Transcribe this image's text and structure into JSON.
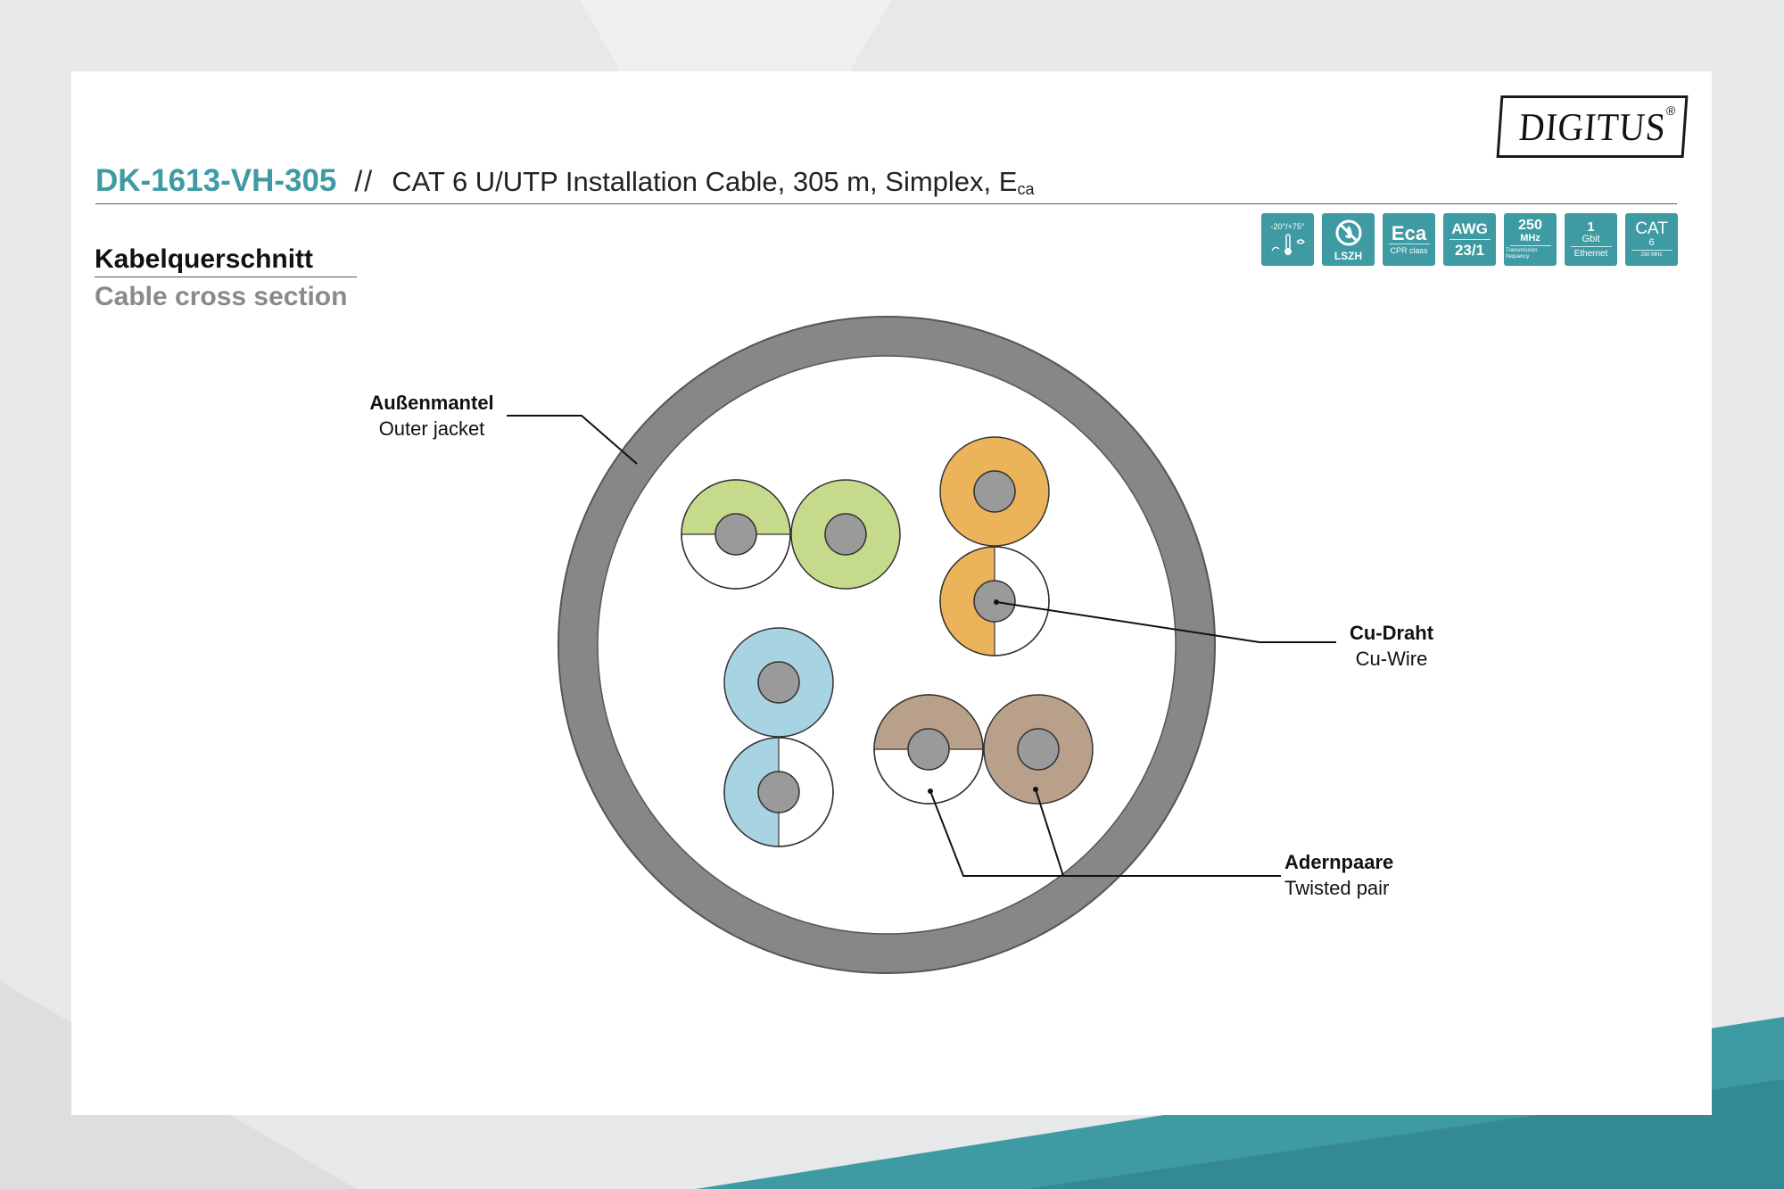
{
  "logo": {
    "text": "DIGITUS",
    "registered": "®"
  },
  "header": {
    "product_code": "DK-1613-VH-305",
    "separator": "//",
    "description": "CAT 6 U/UTP Installation Cable, 305 m, Simplex, E",
    "description_sub": "ca"
  },
  "badges": [
    {
      "icon": "temperature-weather-icon",
      "line1": "-20°/+75°",
      "line2": ""
    },
    {
      "icon": "no-fire-halogen-icon",
      "line1": "",
      "line2": "LSZH"
    },
    {
      "icon": "",
      "line1": "Eca",
      "line2": "CPR class"
    },
    {
      "icon": "",
      "line1": "AWG",
      "line2": "23/1"
    },
    {
      "icon": "",
      "line1": "250",
      "line2": "MHz",
      "line3": "Transmission frequency"
    },
    {
      "icon": "",
      "line1": "1",
      "line2": "Gbit",
      "line3": "Ethernet"
    },
    {
      "icon": "",
      "line1": "CAT",
      "line2": "6",
      "line3": "250 MHz"
    }
  ],
  "section": {
    "title_de": "Kabelquerschnitt",
    "title_en": "Cable cross section"
  },
  "labels": {
    "jacket": {
      "de": "Außenmantel",
      "en": "Outer jacket"
    },
    "wire": {
      "de": "Cu-Draht",
      "en": "Cu-Wire"
    },
    "pair": {
      "de": "Adernpaare",
      "en": "Twisted pair"
    }
  },
  "colors": {
    "accent": "#3e9aa3",
    "jacket": "#878787",
    "core": "#9a9a9a",
    "green": "#c5db8b",
    "orange": "#ebb45a",
    "blue": "#a8d3e3",
    "brown": "#b9a08a"
  }
}
